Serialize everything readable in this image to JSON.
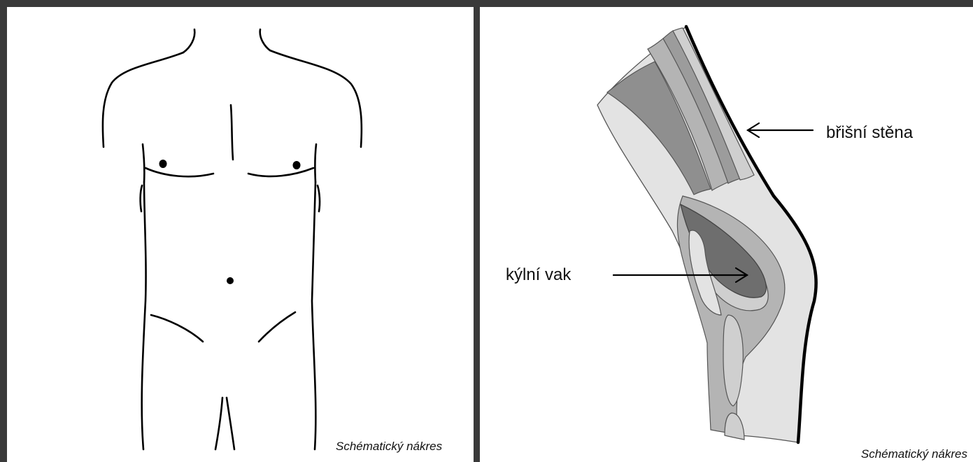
{
  "left_panel": {
    "caption": "Schématický nákres"
  },
  "right_panel": {
    "caption": "Schématický nákres",
    "labels": {
      "abdominal_wall": "břišní stěna",
      "hernia_sac": "kýlní vak"
    }
  },
  "colors": {
    "border": "#3a3a3a",
    "tissue_light": "#e3e3e3",
    "tissue_mid": "#b4b4b4",
    "tissue_dark": "#8f8f8f",
    "sac": "#6e6e6e"
  }
}
